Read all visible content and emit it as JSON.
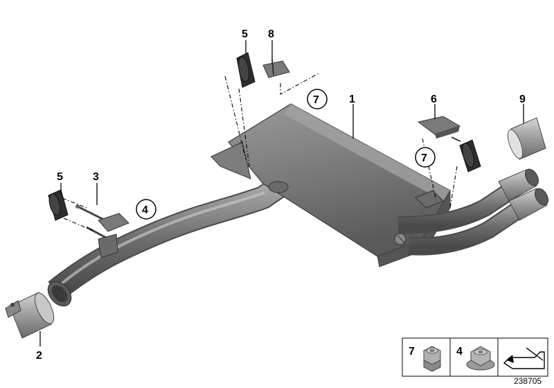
{
  "callouts": [
    {
      "id": "c1",
      "text": "1"
    },
    {
      "id": "c2",
      "text": "2"
    },
    {
      "id": "c3",
      "text": "3"
    },
    {
      "id": "c4",
      "text": "4"
    },
    {
      "id": "c5a",
      "text": "5"
    },
    {
      "id": "c5b",
      "text": "5"
    },
    {
      "id": "c6",
      "text": "6"
    },
    {
      "id": "c7a",
      "text": "7"
    },
    {
      "id": "c7b",
      "text": "7"
    },
    {
      "id": "c8",
      "text": "8"
    },
    {
      "id": "c9",
      "text": "9"
    }
  ],
  "legend": {
    "nut7_label": "7",
    "nut4_label": "4"
  },
  "diagram_number": "238705",
  "colors": {
    "metal_dark": "#5f5f5f",
    "metal_mid": "#8a8a8a",
    "metal_light": "#b8b8b8",
    "rubber": "#2e2e2e"
  }
}
